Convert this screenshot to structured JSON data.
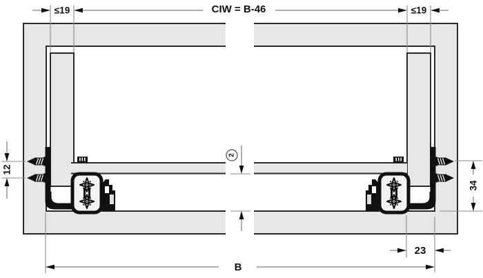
{
  "diagram": {
    "type": "technical-drawing",
    "subject": "drawer-runner-installation-cross-section",
    "labels": {
      "left_panel_thickness": "≤19",
      "internal_width": "CIW = B-46",
      "right_panel_thickness": "≤19",
      "screw_offset": "12",
      "callout_2": "2",
      "runner_height": "34",
      "side_allowance": "23",
      "carcase_width": "B"
    },
    "colors": {
      "board_fill": "#e7e7e7",
      "outline": "#2b2b2b",
      "hardware": "#111111",
      "dimension_line": "#7d7d7d",
      "text": "#111111"
    }
  }
}
